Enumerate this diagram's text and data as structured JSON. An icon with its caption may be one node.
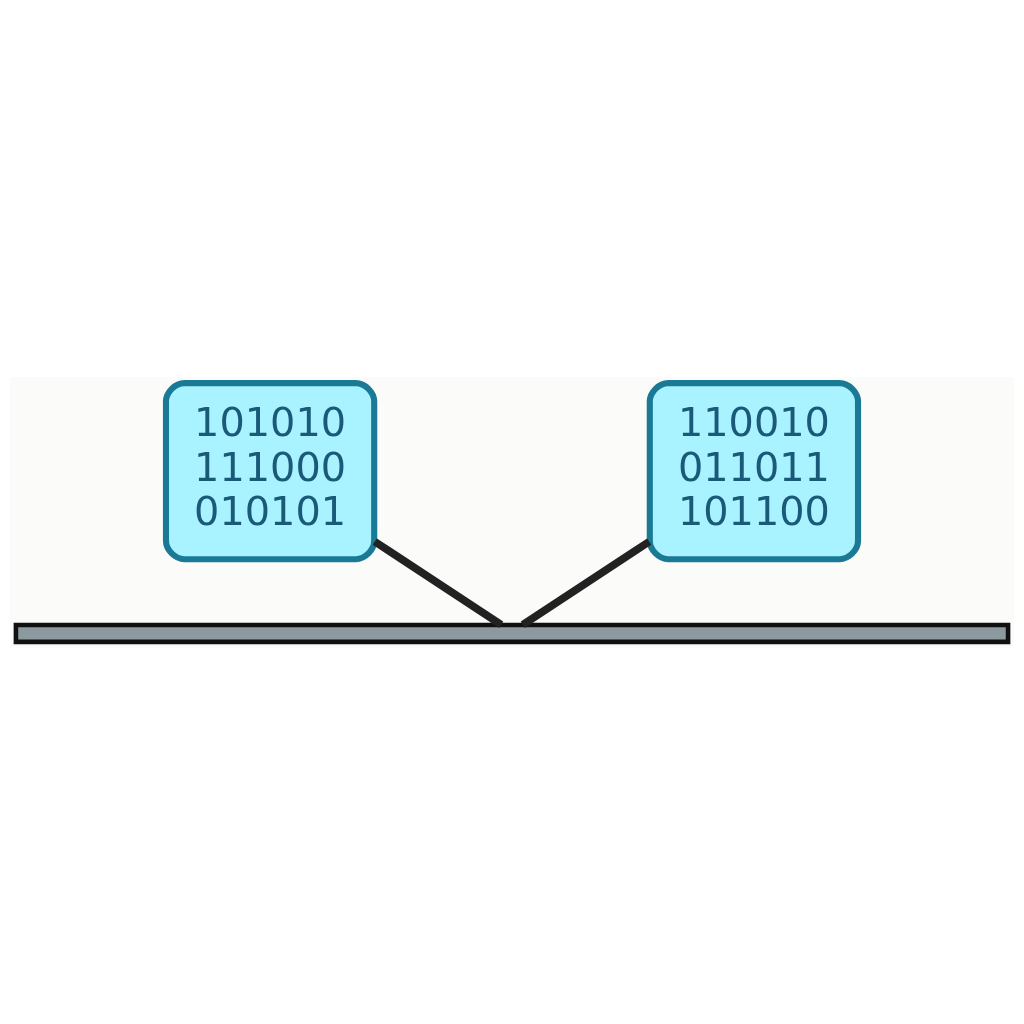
{
  "diagram": {
    "nodes": [
      {
        "text": [
          "101010",
          "111000",
          "010101"
        ]
      },
      {
        "text": [
          "110010",
          "011011",
          "101100"
        ]
      },
      {
        "text": [],
        "shape": "bar"
      }
    ],
    "edges": [
      {
        "from": 0,
        "to": 2,
        "arrow": "none"
      },
      {
        "from": 1,
        "to": 2,
        "arrow": "none"
      }
    ]
  }
}
